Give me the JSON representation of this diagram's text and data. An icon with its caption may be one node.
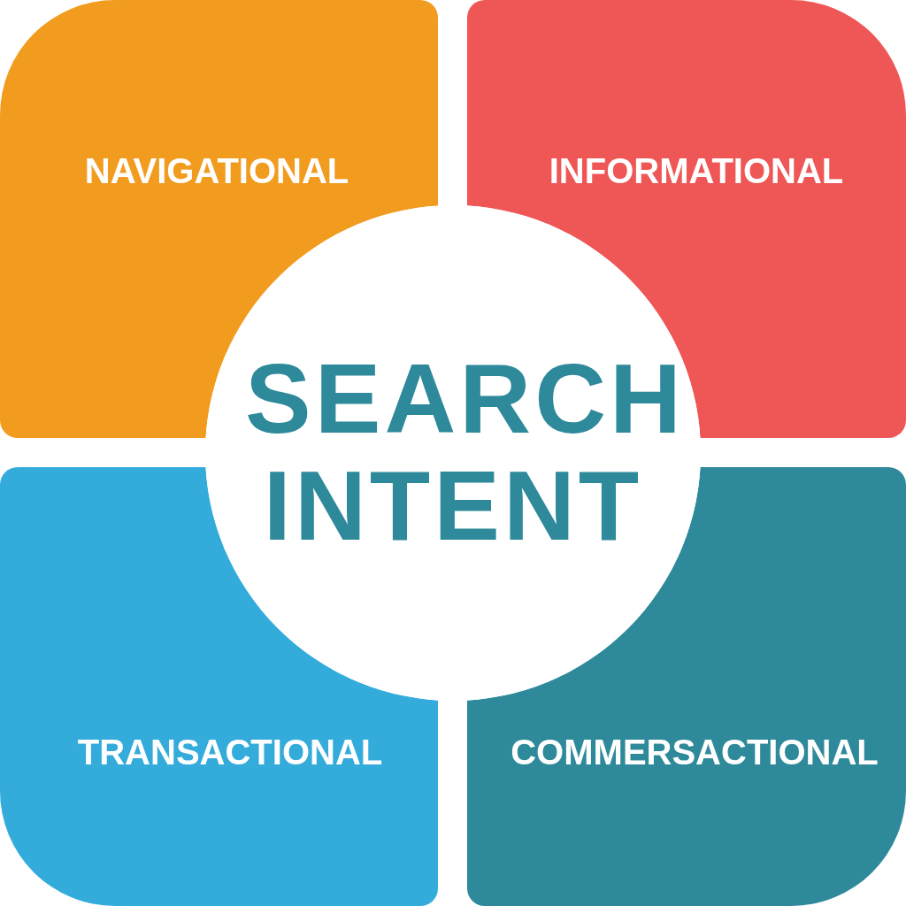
{
  "diagram": {
    "nodes": [
      {
        "text": [
          "NAVIGATIONAL"
        ]
      },
      {
        "text": [
          "INFORMATIONAL"
        ]
      },
      {
        "text": [
          "TRANSACTIONAL"
        ]
      },
      {
        "text": [
          "COMMERSACTIONAL"
        ]
      },
      {
        "text": [
          "SEARCH INTENT"
        ]
      }
    ]
  }
}
